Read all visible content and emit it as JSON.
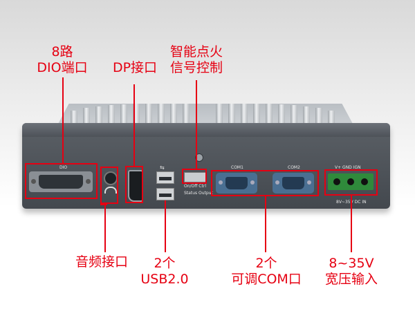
{
  "callouts": {
    "dio": {
      "line1": "8路",
      "line2": "DIO端口"
    },
    "dp": {
      "line1": "DP接口"
    },
    "ignition": {
      "line1": "智能点火",
      "line2": "信号控制"
    },
    "audio": {
      "line1": "音频接口"
    },
    "usb": {
      "line1": "2个",
      "line2": "USB2.0"
    },
    "com": {
      "line1": "2个",
      "line2": "可调COM口"
    },
    "power": {
      "line1": "8~35V",
      "line2": "宽压输入"
    }
  },
  "panel_labels": {
    "dio": "DIO",
    "com1": "COM1",
    "com2": "COM2",
    "onoff": "On/Off Ctrl",
    "status": "Status Output",
    "power_top": "V+ GND IGN",
    "power_bottom": "8V~35V DC IN"
  },
  "colors": {
    "accent": "#e60012",
    "chassis": "#4a4f55",
    "connector_blue": "#4a6f92",
    "terminal_green": "#2f8a3b"
  }
}
